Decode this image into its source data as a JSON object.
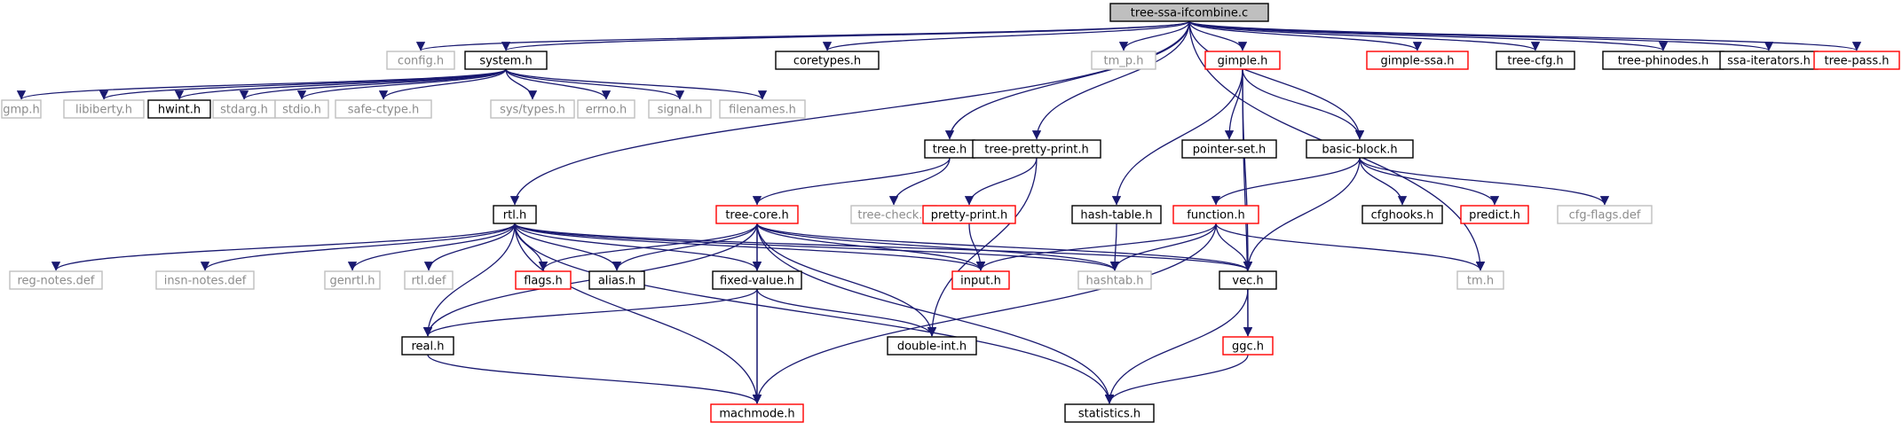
{
  "diagram": {
    "colors": {
      "edge": "#191970",
      "black_border": "#000000",
      "red_border": "#ff0000",
      "gray_border": "#bfbfbf",
      "gray_text": "#8c8c8c",
      "text": "#000000",
      "root_fill": "#bfbfbf"
    },
    "nodes": [
      {
        "id": "root",
        "label": "tree-ssa-ifcombine.c",
        "style": "root"
      },
      {
        "id": "config_h",
        "label": "config.h",
        "style": "gray"
      },
      {
        "id": "system_h",
        "label": "system.h",
        "style": "black"
      },
      {
        "id": "coretypes_h",
        "label": "coretypes.h",
        "style": "black"
      },
      {
        "id": "tm_p_h",
        "label": "tm_p.h",
        "style": "gray"
      },
      {
        "id": "gimple_h",
        "label": "gimple.h",
        "style": "red"
      },
      {
        "id": "gimple_ssa_h",
        "label": "gimple-ssa.h",
        "style": "red"
      },
      {
        "id": "tree_cfg_h",
        "label": "tree-cfg.h",
        "style": "black"
      },
      {
        "id": "tree_phinodes_h",
        "label": "tree-phinodes.h",
        "style": "black"
      },
      {
        "id": "ssa_iterators_h",
        "label": "ssa-iterators.h",
        "style": "black"
      },
      {
        "id": "tree_pass_h",
        "label": "tree-pass.h",
        "style": "red"
      },
      {
        "id": "gmp_h",
        "label": "gmp.h",
        "style": "gray"
      },
      {
        "id": "libiberty_h",
        "label": "libiberty.h",
        "style": "gray"
      },
      {
        "id": "hwint_h",
        "label": "hwint.h",
        "style": "black"
      },
      {
        "id": "stdarg_h",
        "label": "stdarg.h",
        "style": "gray"
      },
      {
        "id": "stdio_h",
        "label": "stdio.h",
        "style": "gray"
      },
      {
        "id": "safe_ctype_h",
        "label": "safe-ctype.h",
        "style": "gray"
      },
      {
        "id": "sys_types_h",
        "label": "sys/types.h",
        "style": "gray"
      },
      {
        "id": "errno_h",
        "label": "errno.h",
        "style": "gray"
      },
      {
        "id": "signal_h",
        "label": "signal.h",
        "style": "gray"
      },
      {
        "id": "filenames_h",
        "label": "filenames.h",
        "style": "gray"
      },
      {
        "id": "tree_h",
        "label": "tree.h",
        "style": "black"
      },
      {
        "id": "tree_pretty_print_h",
        "label": "tree-pretty-print.h",
        "style": "black"
      },
      {
        "id": "pointer_set_h",
        "label": "pointer-set.h",
        "style": "black"
      },
      {
        "id": "basic_block_h",
        "label": "basic-block.h",
        "style": "black"
      },
      {
        "id": "rtl_h",
        "label": "rtl.h",
        "style": "black"
      },
      {
        "id": "tree_core_h",
        "label": "tree-core.h",
        "style": "red"
      },
      {
        "id": "tree_check_h",
        "label": "tree-check.h",
        "style": "gray"
      },
      {
        "id": "pretty_print_h",
        "label": "pretty-print.h",
        "style": "red"
      },
      {
        "id": "hash_table_h",
        "label": "hash-table.h",
        "style": "black"
      },
      {
        "id": "function_h",
        "label": "function.h",
        "style": "red"
      },
      {
        "id": "cfghooks_h",
        "label": "cfghooks.h",
        "style": "black"
      },
      {
        "id": "predict_h",
        "label": "predict.h",
        "style": "red"
      },
      {
        "id": "cfg_flags_def",
        "label": "cfg-flags.def",
        "style": "gray"
      },
      {
        "id": "reg_notes_def",
        "label": "reg-notes.def",
        "style": "gray"
      },
      {
        "id": "insn_notes_def",
        "label": "insn-notes.def",
        "style": "gray"
      },
      {
        "id": "genrtl_h",
        "label": "genrtl.h",
        "style": "gray"
      },
      {
        "id": "rtl_def",
        "label": "rtl.def",
        "style": "gray"
      },
      {
        "id": "flags_h",
        "label": "flags.h",
        "style": "red"
      },
      {
        "id": "alias_h",
        "label": "alias.h",
        "style": "black"
      },
      {
        "id": "fixed_value_h",
        "label": "fixed-value.h",
        "style": "black"
      },
      {
        "id": "input_h",
        "label": "input.h",
        "style": "red"
      },
      {
        "id": "hashtab_h",
        "label": "hashtab.h",
        "style": "gray"
      },
      {
        "id": "vec_h",
        "label": "vec.h",
        "style": "black"
      },
      {
        "id": "tm_h",
        "label": "tm.h",
        "style": "gray"
      },
      {
        "id": "real_h",
        "label": "real.h",
        "style": "black"
      },
      {
        "id": "double_int_h",
        "label": "double-int.h",
        "style": "black"
      },
      {
        "id": "ggc_h",
        "label": "ggc.h",
        "style": "red"
      },
      {
        "id": "machmode_h",
        "label": "machmode.h",
        "style": "red"
      },
      {
        "id": "statistics_h",
        "label": "statistics.h",
        "style": "black"
      }
    ],
    "edges": [
      [
        "root",
        "config_h"
      ],
      [
        "root",
        "system_h"
      ],
      [
        "root",
        "coretypes_h"
      ],
      [
        "root",
        "tm_p_h"
      ],
      [
        "root",
        "gimple_h"
      ],
      [
        "root",
        "gimple_ssa_h"
      ],
      [
        "root",
        "tree_cfg_h"
      ],
      [
        "root",
        "tree_phinodes_h"
      ],
      [
        "root",
        "ssa_iterators_h"
      ],
      [
        "root",
        "tree_pass_h"
      ],
      [
        "root",
        "tree_h"
      ],
      [
        "root",
        "tree_pretty_print_h"
      ],
      [
        "root",
        "rtl_h"
      ],
      [
        "root",
        "basic_block_h"
      ],
      [
        "root",
        "tm_h"
      ],
      [
        "system_h",
        "gmp_h"
      ],
      [
        "system_h",
        "libiberty_h"
      ],
      [
        "system_h",
        "hwint_h"
      ],
      [
        "system_h",
        "stdarg_h"
      ],
      [
        "system_h",
        "stdio_h"
      ],
      [
        "system_h",
        "safe_ctype_h"
      ],
      [
        "system_h",
        "sys_types_h"
      ],
      [
        "system_h",
        "errno_h"
      ],
      [
        "system_h",
        "signal_h"
      ],
      [
        "system_h",
        "filenames_h"
      ],
      [
        "gimple_h",
        "pointer_set_h"
      ],
      [
        "gimple_h",
        "basic_block_h"
      ],
      [
        "gimple_h",
        "hash_table_h"
      ],
      [
        "gimple_h",
        "vec_h"
      ],
      [
        "gimple_h",
        "ggc_h"
      ],
      [
        "tree_h",
        "tree_core_h"
      ],
      [
        "tree_h",
        "tree_check_h"
      ],
      [
        "tree_pretty_print_h",
        "pretty_print_h"
      ],
      [
        "tree_pretty_print_h",
        "double_int_h"
      ],
      [
        "basic_block_h",
        "function_h"
      ],
      [
        "basic_block_h",
        "cfghooks_h"
      ],
      [
        "basic_block_h",
        "predict_h"
      ],
      [
        "basic_block_h",
        "cfg_flags_def"
      ],
      [
        "basic_block_h",
        "vec_h"
      ],
      [
        "rtl_h",
        "reg_notes_def"
      ],
      [
        "rtl_h",
        "insn_notes_def"
      ],
      [
        "rtl_h",
        "genrtl_h"
      ],
      [
        "rtl_h",
        "rtl_def"
      ],
      [
        "rtl_h",
        "flags_h"
      ],
      [
        "rtl_h",
        "alias_h"
      ],
      [
        "rtl_h",
        "fixed_value_h"
      ],
      [
        "rtl_h",
        "input_h"
      ],
      [
        "rtl_h",
        "hashtab_h"
      ],
      [
        "rtl_h",
        "vec_h"
      ],
      [
        "rtl_h",
        "real_h"
      ],
      [
        "rtl_h",
        "machmode_h"
      ],
      [
        "rtl_h",
        "statistics_h"
      ],
      [
        "tree_core_h",
        "flags_h"
      ],
      [
        "tree_core_h",
        "alias_h"
      ],
      [
        "tree_core_h",
        "fixed_value_h"
      ],
      [
        "tree_core_h",
        "input_h"
      ],
      [
        "tree_core_h",
        "hashtab_h"
      ],
      [
        "tree_core_h",
        "vec_h"
      ],
      [
        "tree_core_h",
        "real_h"
      ],
      [
        "tree_core_h",
        "double_int_h"
      ],
      [
        "tree_core_h",
        "machmode_h"
      ],
      [
        "tree_core_h",
        "statistics_h"
      ],
      [
        "pretty_print_h",
        "input_h"
      ],
      [
        "hash_table_h",
        "hashtab_h"
      ],
      [
        "function_h",
        "input_h"
      ],
      [
        "function_h",
        "hashtab_h"
      ],
      [
        "function_h",
        "vec_h"
      ],
      [
        "function_h",
        "tm_h"
      ],
      [
        "function_h",
        "machmode_h"
      ],
      [
        "fixed_value_h",
        "real_h"
      ],
      [
        "fixed_value_h",
        "double_int_h"
      ],
      [
        "fixed_value_h",
        "machmode_h"
      ],
      [
        "vec_h",
        "ggc_h"
      ],
      [
        "vec_h",
        "statistics_h"
      ],
      [
        "real_h",
        "machmode_h"
      ],
      [
        "ggc_h",
        "statistics_h"
      ]
    ]
  }
}
